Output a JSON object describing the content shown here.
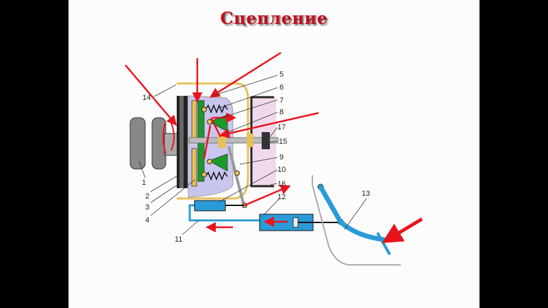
{
  "slide": {
    "title": "Сцепление"
  },
  "labels": {
    "l1": "1",
    "l2": "2",
    "l3": "3",
    "l4": "4",
    "l5": "5",
    "l6": "6",
    "l7": "7",
    "l8": "8",
    "l9": "9",
    "l10": "10",
    "l11": "11",
    "l12": "12",
    "l13": "13",
    "l14": "14",
    "l15": "15",
    "l16": "16",
    "l17": "17"
  },
  "colors": {
    "arrow": "#e8141c",
    "hydraulic": "#2a9bd8",
    "disc": "#e6c15a",
    "green": "#1a9a2a",
    "housing": "#c9c6ee",
    "pink": "#f1d9ec"
  }
}
